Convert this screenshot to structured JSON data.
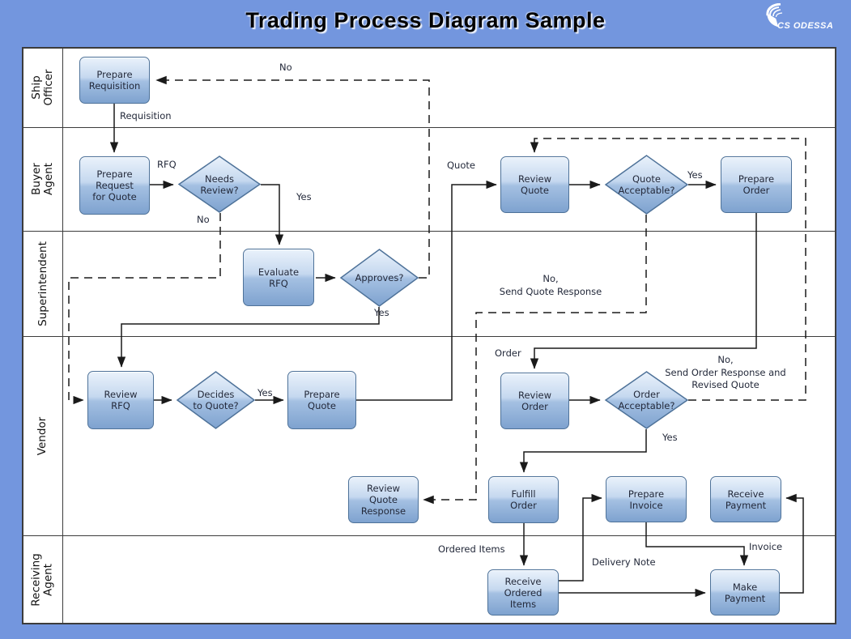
{
  "title": "Trading Process Diagram Sample",
  "logo": {
    "text": "CS ODESSA"
  },
  "lanes": [
    {
      "label": "Ship Officer"
    },
    {
      "label": "Buyer Agent"
    },
    {
      "label": "Superintendent"
    },
    {
      "label": "Vendor"
    },
    {
      "label": "Receiving\nAgent"
    }
  ],
  "nodes": {
    "prepare_requisition": {
      "label": "Prepare\nRequisition"
    },
    "prepare_request_for_quote": {
      "label": "Prepare\nRequest\nfor Quote"
    },
    "review_quote": {
      "label": "Review\nQuote"
    },
    "prepare_order": {
      "label": "Prepare\nOrder"
    },
    "evaluate_rfq": {
      "label": "Evaluate\nRFQ"
    },
    "review_rfq": {
      "label": "Review\nRFQ"
    },
    "prepare_quote": {
      "label": "Prepare\nQuote"
    },
    "review_order": {
      "label": "Review\nOrder"
    },
    "review_quote_response": {
      "label": "Review\nQuote\nResponse"
    },
    "fulfill_order": {
      "label": "Fulfill\nOrder"
    },
    "prepare_invoice": {
      "label": "Prepare\nInvoice"
    },
    "receive_payment": {
      "label": "Receive\nPayment"
    },
    "receive_ordered_items": {
      "label": "Receive\nOrdered\nItems"
    },
    "make_payment": {
      "label": "Make\nPayment"
    }
  },
  "decisions": {
    "needs_review": {
      "label": "Needs\nReview?"
    },
    "quote_acceptable": {
      "label": "Quote\nAcceptable?"
    },
    "approves": {
      "label": "Approves?"
    },
    "decides_to_quote": {
      "label": "Decides\nto Quote?"
    },
    "order_acceptable": {
      "label": "Order\nAcceptable?"
    }
  },
  "edge_labels": {
    "no_to_requisition": "No",
    "requisition": "Requisition",
    "rfq": "RFQ",
    "needs_review_yes": "Yes",
    "needs_review_no": "No",
    "quote": "Quote",
    "quote_acceptable_yes": "Yes",
    "approves_yes": "Yes",
    "no_send_quote_response": "No,\nSend Quote Response",
    "decides_yes": "Yes",
    "order": "Order",
    "no_send_order_response": "No,\nSend Order Response and\nRevised Quote",
    "order_acceptable_yes": "Yes",
    "ordered_items": "Ordered Items",
    "delivery_note": "Delivery Note",
    "invoice": "Invoice"
  },
  "colors": {
    "background": "#7396de",
    "node_border": "#4e7299",
    "node_fill_light": "#eaf2fb",
    "node_fill_dark": "#7ea2cf",
    "line": "#1a1a1a"
  }
}
